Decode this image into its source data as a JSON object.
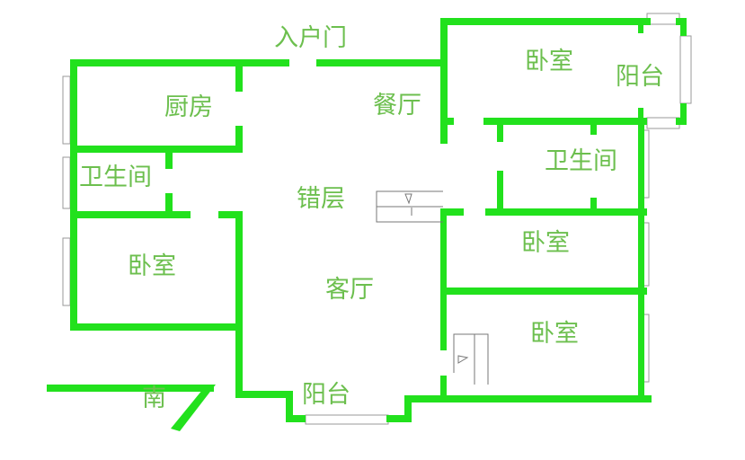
{
  "colors": {
    "wall": "#22e11d",
    "label": "#6cbf4e"
  },
  "labels": {
    "entrance": "入户门",
    "kitchen": "厨房",
    "dining": "餐厅",
    "bath_left": "卫生间",
    "split_level": "错层",
    "bedroom_left": "卧室",
    "living": "客厅",
    "balcony_south": "阳台",
    "south": "南",
    "bedroom_top_right": "卧室",
    "balcony_top_right": "阳台",
    "bath_right": "卫生间",
    "bedroom_mid_right": "卧室",
    "bedroom_bottom_right": "卧室"
  }
}
